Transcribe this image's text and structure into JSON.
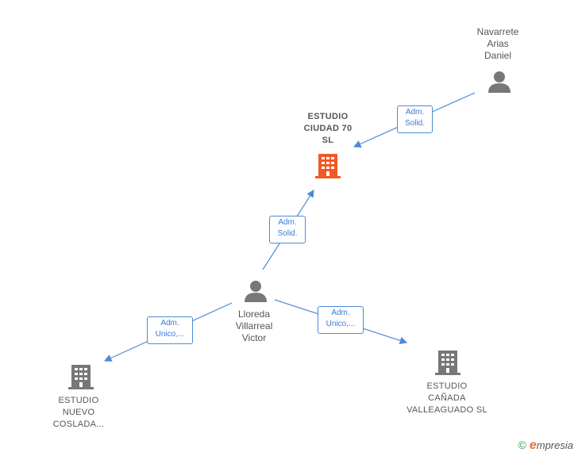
{
  "nodes": {
    "focus": {
      "label": "ESTUDIO\nCIUDAD 70\nSL",
      "color": "#f05a28"
    },
    "navarrete": {
      "label": "Navarrete\nArias\nDaniel"
    },
    "lloreda": {
      "label": "Lloreda\nVillarreal\nVictor"
    },
    "nuevo": {
      "label": "ESTUDIO\nNUEVO\nCOSLADA..."
    },
    "canada": {
      "label": "ESTUDIO\nCAÑADA\nVALLEAGUADO SL"
    }
  },
  "edges": {
    "navarrete_focus": {
      "line1": "Adm.",
      "line2": "Solid."
    },
    "lloreda_focus": {
      "line1": "Adm.",
      "line2": "Solid."
    },
    "lloreda_nuevo": {
      "line1": "Adm.",
      "line2": "Unico,..."
    },
    "lloreda_canada": {
      "line1": "Adm.",
      "line2": "Unico,..."
    }
  },
  "colors": {
    "edge": "#4a8bd6",
    "person_icon": "#777777",
    "company_icon": "#777777",
    "focus_icon": "#f05a28"
  },
  "brand": {
    "copyright": "©",
    "e": "e",
    "rest": "mpresia"
  }
}
